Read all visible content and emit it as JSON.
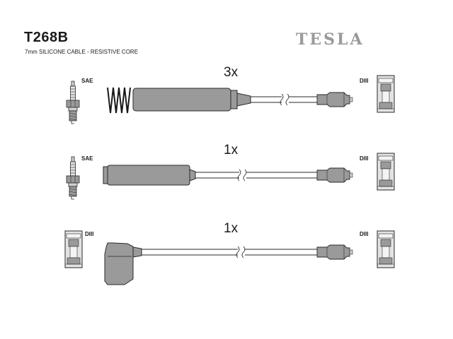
{
  "header": {
    "part_number": "T268B",
    "description": "7mm SILICONE CABLE - RESISTIVE CORE",
    "brand": "TESLA"
  },
  "colors": {
    "metal": "#9a9a9a",
    "insulator": "#e3e3e3",
    "outline": "#2a2a2a",
    "brand_gray": "#9a9a9a"
  },
  "leads": [
    {
      "quantity": "3x",
      "left_connector": "SAE",
      "right_connector": "DIII"
    },
    {
      "quantity": "1x",
      "left_connector": "SAE",
      "right_connector": "DIII"
    },
    {
      "quantity": "1x",
      "left_connector": "DIII",
      "right_connector": "DIII"
    }
  ]
}
